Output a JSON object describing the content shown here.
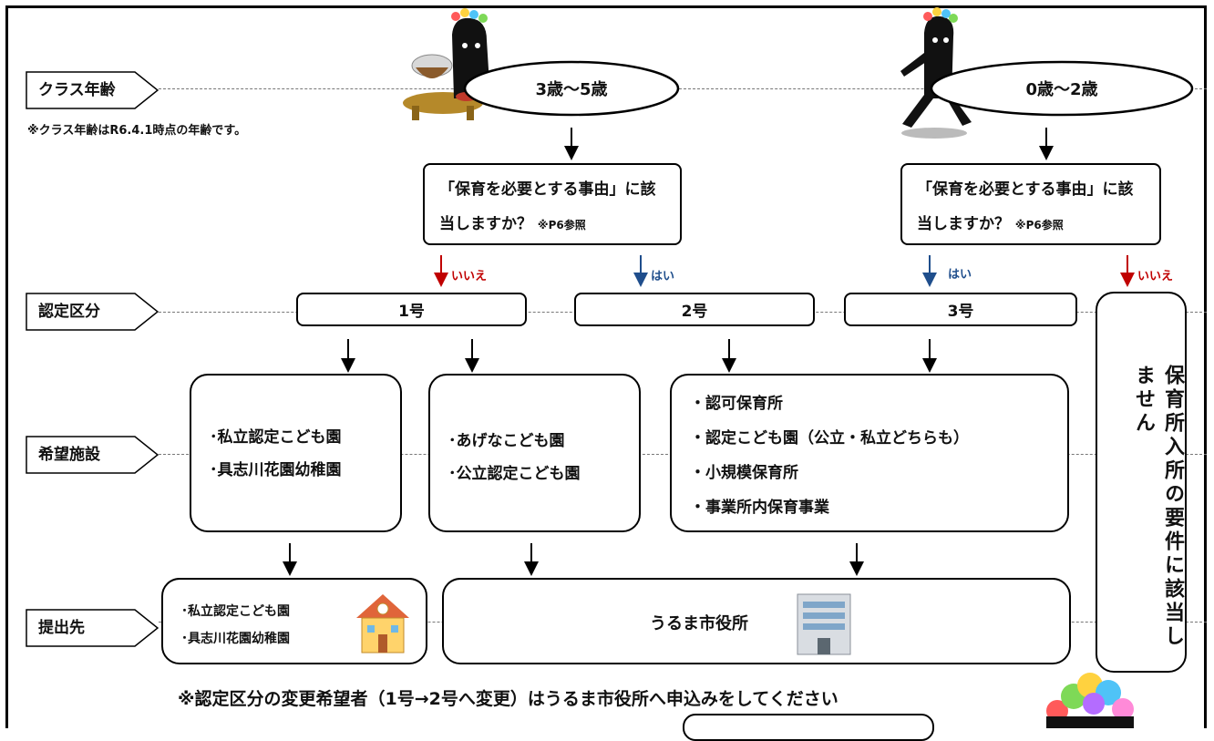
{
  "rows": {
    "class_age": "クラス年齢",
    "class_age_note": "※クラス年齢はR6.4.1時点の年齢です。",
    "certification": "認定区分",
    "desired_facility": "希望施設",
    "submit_to": "提出先"
  },
  "ages": {
    "older": "3歳～5歳",
    "younger": "0歳～2歳"
  },
  "question": {
    "line1": "「保育を必要とする事由」に該",
    "line2": "当しますか？",
    "ref": "※P6参照"
  },
  "answers": {
    "no": "いいえ",
    "yes": "はい"
  },
  "categories": {
    "c1": "1号",
    "c2": "2号",
    "c3": "3号"
  },
  "not_eligible": "保育所入所の要件に該当しません",
  "facilities": {
    "box1": [
      "･私立認定こども園",
      "･具志川花園幼稚園"
    ],
    "box2": [
      "･あげなこども園",
      "･公立認定こども園"
    ],
    "box3": [
      "・認可保育所",
      "・認定こども園（公立・私立どちらも）",
      "・小規模保育所",
      "・事業所内保育事業"
    ]
  },
  "submission": {
    "school": [
      "･私立認定こども園",
      "･具志川花園幼稚園"
    ],
    "city_hall": "うるま市役所"
  },
  "footer_note": "※認定区分の変更希望者（1号→2号へ変更）はうるま市役所へ申込みをしてください",
  "colors": {
    "no_arrow": "#c00000",
    "yes_arrow": "#1f4e8c",
    "frame": "#000000"
  },
  "icons": [
    "mascot-eating-icon",
    "mascot-running-icon",
    "kindergarten-building-icon",
    "city-hall-building-icon",
    "mascot-head-icon"
  ]
}
